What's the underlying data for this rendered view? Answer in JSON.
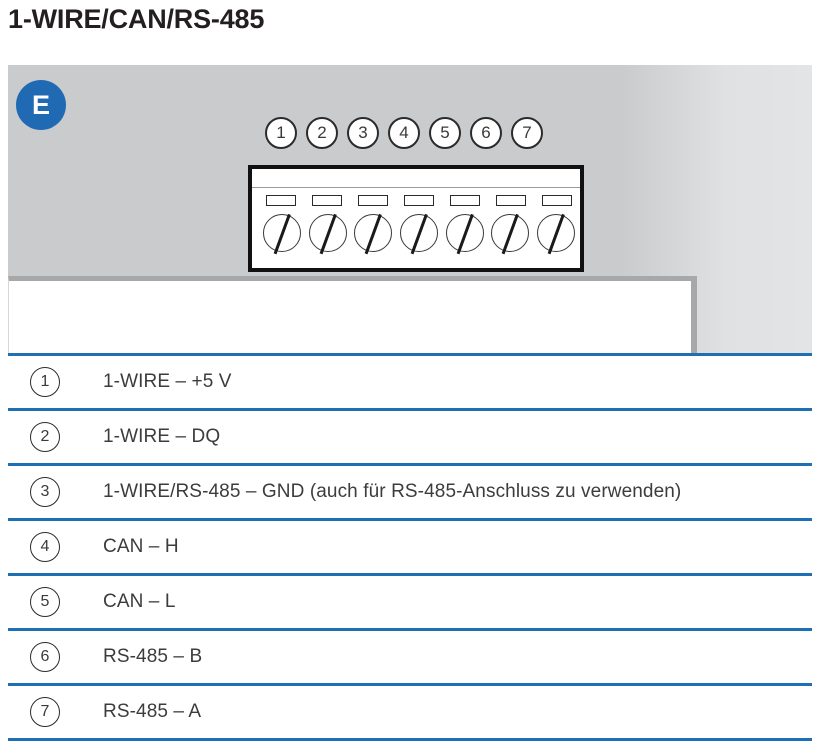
{
  "title": "1-WIRE/CAN/RS-485",
  "diagram": {
    "badge_label": "E",
    "badge_color": "#2069b3",
    "panel_color": "#c9cbcd",
    "callout_numbers": [
      "1",
      "2",
      "3",
      "4",
      "5",
      "6",
      "7"
    ],
    "terminal_block": {
      "screw_count": 7,
      "slot_count": 7
    }
  },
  "table": {
    "separator_color": "#1f6fb5",
    "rows": [
      {
        "num": "1",
        "label": "1-WIRE – +5 V"
      },
      {
        "num": "2",
        "label": "1-WIRE – DQ"
      },
      {
        "num": "3",
        "label": "1-WIRE/RS-485 – GND  (auch für RS-485-Anschluss zu verwenden)"
      },
      {
        "num": "4",
        "label": "CAN – H"
      },
      {
        "num": "5",
        "label": "CAN – L"
      },
      {
        "num": "6",
        "label": "RS-485 – B"
      },
      {
        "num": "7",
        "label": "RS-485 – A"
      }
    ]
  }
}
